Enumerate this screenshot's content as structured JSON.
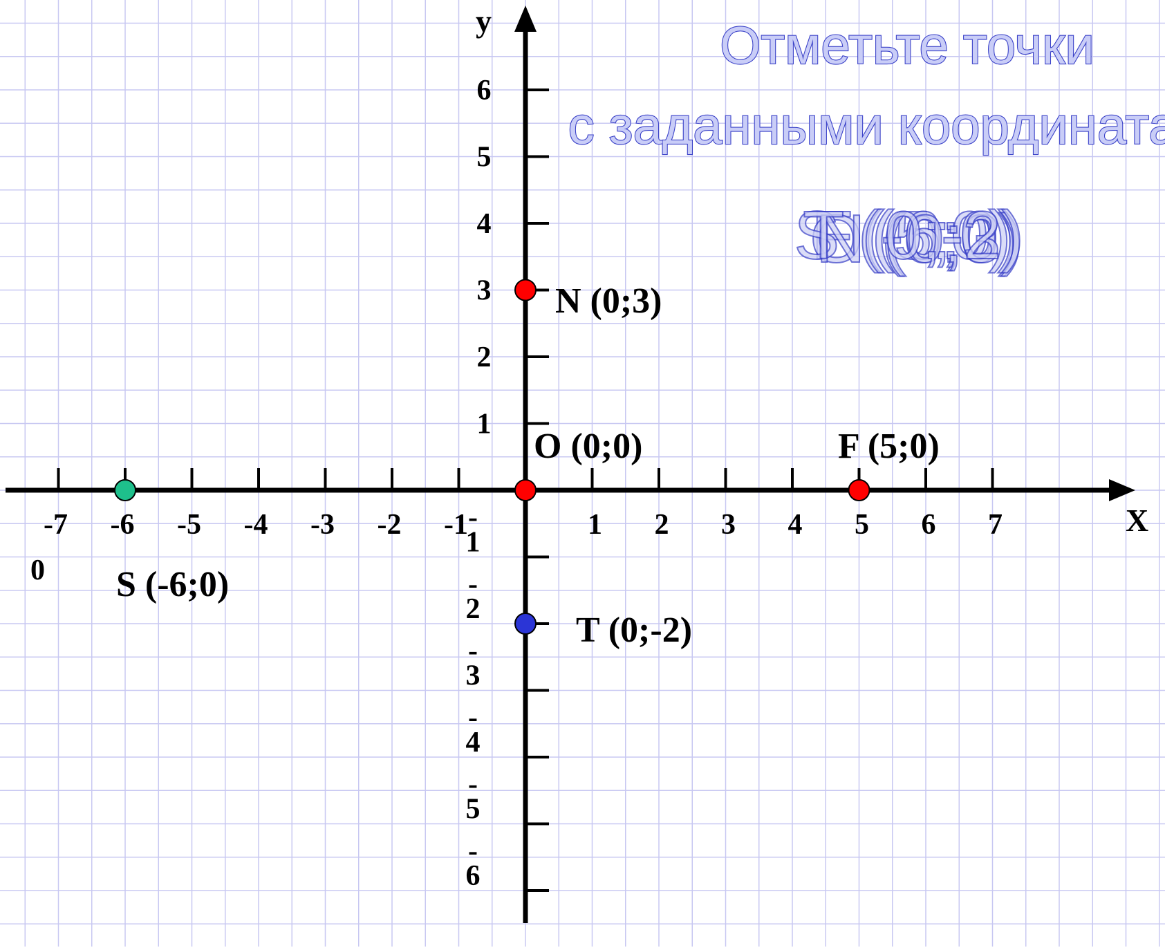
{
  "axes": {
    "x_label": "X",
    "y_label": "у",
    "x_ticks": [
      "-7",
      "-6",
      "-5",
      "-4",
      "-3",
      "-2",
      "-1",
      "1",
      "2",
      "3",
      "4",
      "5",
      "6",
      "7"
    ],
    "y_ticks_positive": [
      "1",
      "2",
      "3",
      "4",
      "5",
      "6"
    ],
    "y_ticks_negative": [
      "1",
      "2",
      "3",
      "4",
      "5",
      "6"
    ],
    "stray_zero": "0"
  },
  "title": {
    "line1": "Отметьте точки",
    "line2": "с заданными координатами"
  },
  "overlapping_labels": [
    "F (5;0)",
    "O (0;0)",
    "S (-6;0)",
    "N (0;3)",
    "T (0;-2)"
  ],
  "points": [
    {
      "id": "N",
      "label": "N (0;3)",
      "x": 0,
      "y": 3,
      "color": "#ff0000"
    },
    {
      "id": "O",
      "label": "O (0;0)",
      "x": 0,
      "y": 0,
      "color": "#ff0000"
    },
    {
      "id": "F",
      "label": "F  (5;0)",
      "x": 5,
      "y": 0,
      "color": "#ff0000"
    },
    {
      "id": "S",
      "label": "S (-6;0)",
      "x": -6,
      "y": 0,
      "color": "#1ec08c"
    },
    {
      "id": "T",
      "label": "T (0;-2)",
      "x": 0,
      "y": -2,
      "color": "#2b35d6"
    }
  ],
  "colors": {
    "grid": "#c8c8f2",
    "axis": "#000000",
    "title_fill": "#c9cdf7",
    "title_stroke": "#3b42c8"
  }
}
